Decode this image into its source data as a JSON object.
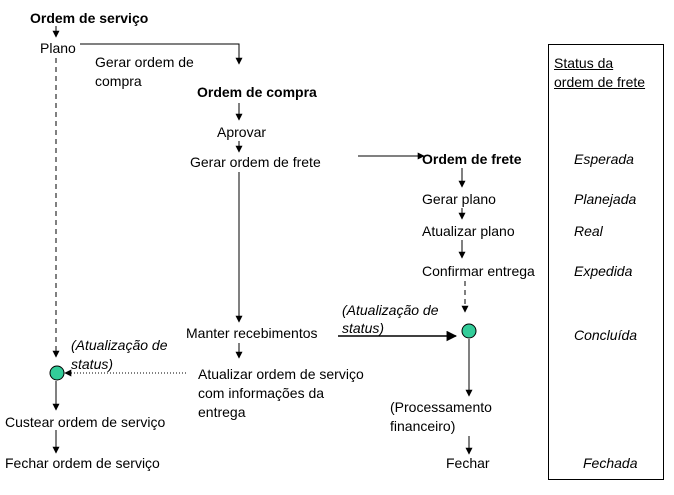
{
  "colors": {
    "line": "#000000",
    "node_fill": "#33cc99",
    "node_stroke": "#000000",
    "background": "#ffffff"
  },
  "service_order": {
    "title": "Ordem de serviço",
    "plan": "Plano",
    "generate_po_line1": "Gerar ordem de",
    "generate_po_line2": "compra",
    "status_update_line1": "(Atualização de",
    "status_update_line2": "status)",
    "cost": "Custear ordem de serviço",
    "close": "Fechar ordem de serviço"
  },
  "purchase_order": {
    "title": "Ordem de compra",
    "approve": "Aprovar",
    "generate_freight": "Gerar ordem de frete",
    "maintain_receipts": "Manter recebimentos",
    "update_so_line1": "Atualizar ordem de serviço",
    "update_so_line2": "com informações da",
    "update_so_line3": "entrega"
  },
  "freight_order": {
    "title": "Ordem de frete",
    "generate_plan": "Gerar plano",
    "update_plan": "Atualizar plano",
    "confirm_delivery": "Confirmar entrega",
    "status_update_line1": "(Atualização de",
    "status_update_line2": "status)",
    "financial_line1": "(Processamento",
    "financial_line2": "financeiro)",
    "close": "Fechar"
  },
  "status_panel": {
    "header_line1": "Status da",
    "header_line2": "ordem de frete",
    "statuses": [
      "Esperada",
      "Planejada",
      "Real",
      "Expedida",
      "Concluída",
      "Fechada"
    ]
  }
}
